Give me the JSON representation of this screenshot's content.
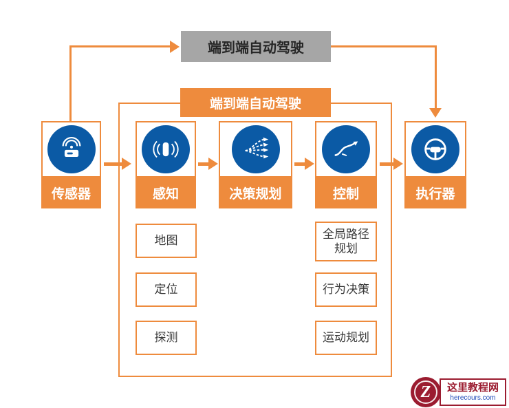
{
  "top_banner": {
    "label": "端到端自动驾驶"
  },
  "pipeline_banner": {
    "label": "端到端自动驾驶"
  },
  "stages": [
    {
      "label": "传感器",
      "icon": "sensor-signal-icon"
    },
    {
      "label": "感知",
      "icon": "car-radar-icon"
    },
    {
      "label": "决策规划",
      "icon": "branching-paths-icon"
    },
    {
      "label": "控制",
      "icon": "trajectory-arrow-icon"
    },
    {
      "label": "执行器",
      "icon": "steering-wheel-icon"
    }
  ],
  "perception_subitems": [
    "地图",
    "定位",
    "探测"
  ],
  "control_subitems": [
    "全局路径\n规划",
    "行为决策",
    "运动规划"
  ],
  "colors": {
    "orange": "#EE8B3D",
    "blue": "#0B5AA5",
    "gray": "#A6A6A6",
    "watermark_red": "#9B1C30"
  },
  "watermark": {
    "site_name": "这里教程网",
    "site_url": "herecours.com",
    "monogram": "Z"
  }
}
